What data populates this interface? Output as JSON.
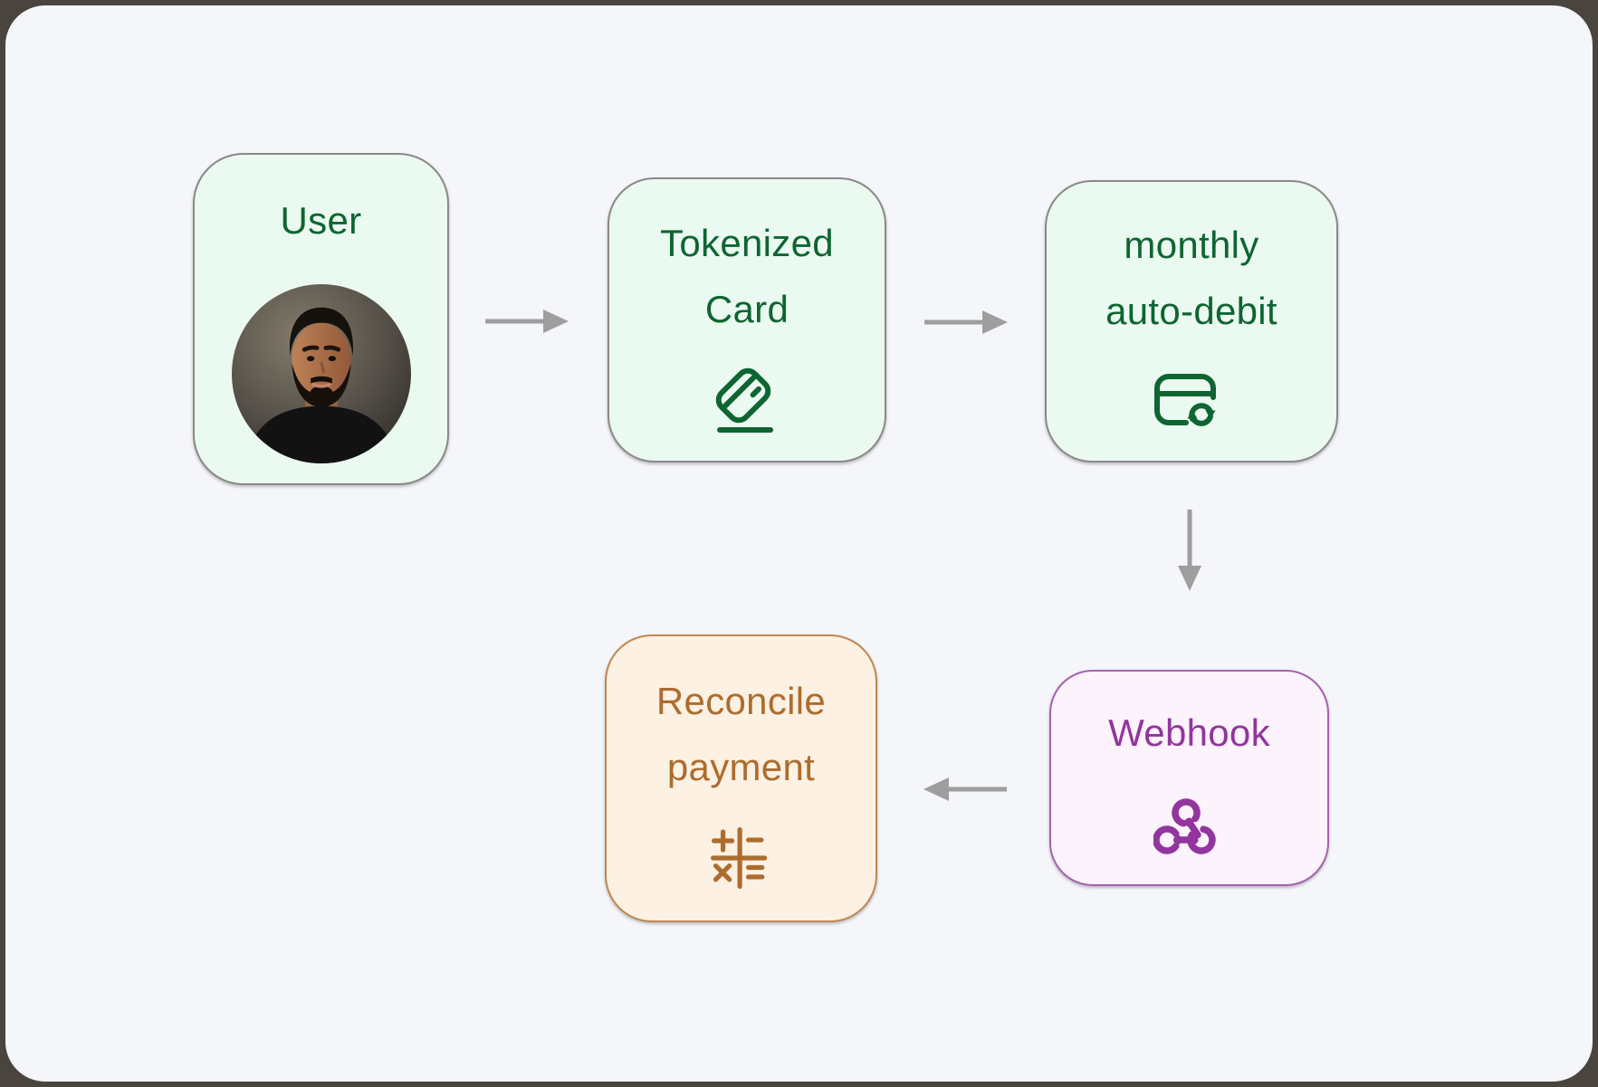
{
  "nodes": {
    "user": {
      "label": "User"
    },
    "tokenized_card": {
      "line1": "Tokenized",
      "line2": "Card"
    },
    "monthly_auto_debit": {
      "line1": "monthly",
      "line2": "auto-debit"
    },
    "webhook": {
      "label": "Webhook"
    },
    "reconcile_payment": {
      "line1": "Reconcile",
      "line2": "payment"
    }
  },
  "icons": {
    "user": "user-avatar-photo",
    "tokenized_card": "credit-card-tilted-icon",
    "monthly_auto_debit": "card-recurring-payment-icon",
    "webhook": "webhook-icon",
    "reconcile_payment": "math-operations-icon"
  },
  "edges": [
    {
      "from": "user",
      "to": "tokenized_card",
      "direction": "right"
    },
    {
      "from": "tokenized_card",
      "to": "monthly_auto_debit",
      "direction": "right"
    },
    {
      "from": "monthly_auto_debit",
      "to": "webhook",
      "direction": "down"
    },
    {
      "from": "webhook",
      "to": "reconcile_payment",
      "direction": "left"
    }
  ],
  "colors": {
    "canvas_bg": "#f5f6fa",
    "frame_bg": "#4a443f",
    "green_fill": "#ebfaf1",
    "green_text": "#0e6531",
    "gray_border": "#8b8888",
    "purple_fill": "#fdf3fd",
    "purple_text": "#92359e",
    "purple_border": "#a761ad",
    "orange_fill": "#fcf1e2",
    "orange_text": "#ad6c2e",
    "orange_border": "#bf8752",
    "arrow": "#9e9e9e"
  }
}
